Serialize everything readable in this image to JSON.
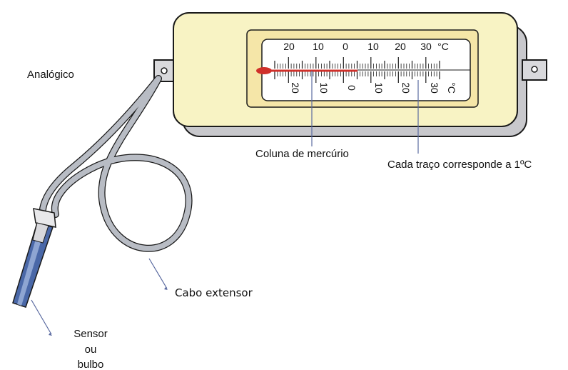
{
  "labels": {
    "analog": "Analógico",
    "mercury": "Coluna de mercúrio",
    "graduation": "Cada traço corresponde a 1ºC",
    "cable": "Cabo extensor",
    "sensor": [
      "Sensor",
      "ou",
      "bulbo"
    ]
  },
  "scale": {
    "top_numbers": [
      "20",
      "10",
      "0",
      "10",
      "20",
      "30"
    ],
    "top_unit": "°C",
    "bottom_numbers": [
      "20",
      "10",
      "0",
      "10",
      "20",
      "30"
    ],
    "bottom_unit": "°C",
    "top_min": -25,
    "top_max": 35,
    "bottom_min": -25,
    "bottom_max": 35
  },
  "colors": {
    "housing_fill": "#f8f3c4",
    "housing_shadow": "#c8c8cc",
    "outline": "#1a1a1a",
    "inner_frame": "#f5e6a8",
    "mercury": "#d0302a",
    "cable": "#b8bcc4",
    "sensor_body": "#4a68a8",
    "pointer_line": "#5a6aa0"
  }
}
